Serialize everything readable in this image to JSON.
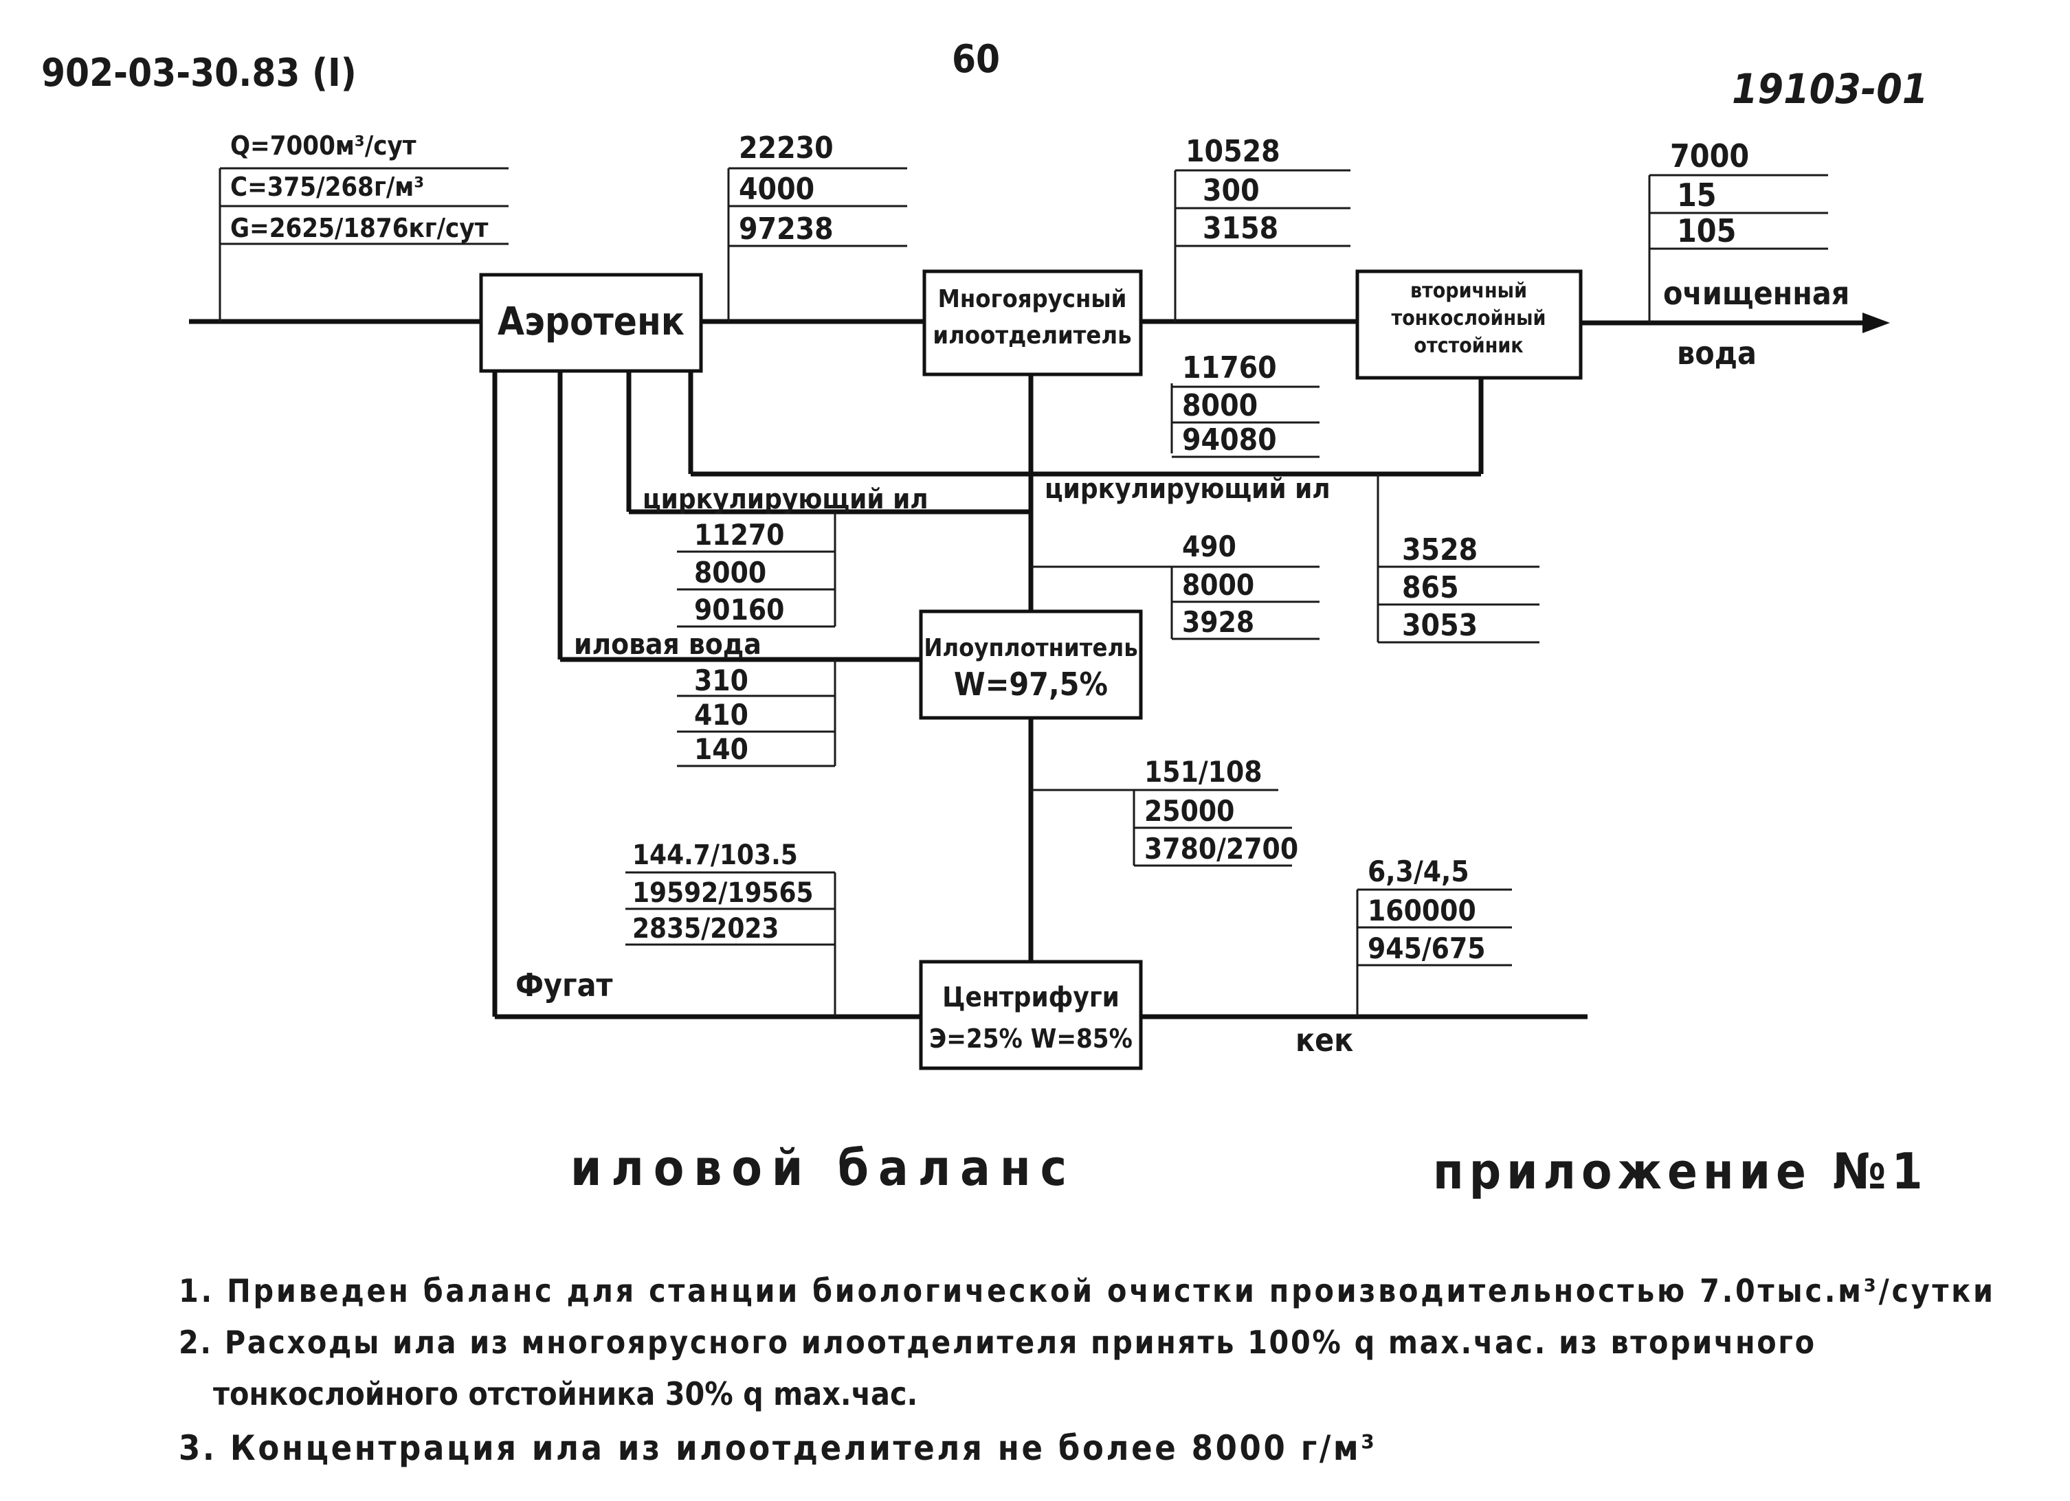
{
  "header": {
    "doc_code": "902-03-30.83 (I)",
    "page_number": "60",
    "sheet_number": "19103-01"
  },
  "inlet": {
    "q": "Q=7000м³/сут",
    "c": "C=375/268г/м³",
    "g": "G=2625/1876кг/сут"
  },
  "units": {
    "aerotank": "Аэротенк",
    "multitier_1": "Многоярусный",
    "multitier_2": "илоотделитель",
    "secondary_1": "вторичный",
    "secondary_2": "тонкослойный",
    "secondary_3": "отстойник",
    "thickener_1": "Илоуплотнитель",
    "thickener_2": "W=97,5%",
    "centrifuge_1": "Центрифуги",
    "centrifuge_2": "Э=25% W=85%"
  },
  "flows": {
    "aerotank_out": [
      "22230",
      "4000",
      "97238"
    ],
    "multitier_out": [
      "10528",
      "300",
      "3158"
    ],
    "outlet": [
      "7000",
      "15",
      "105"
    ],
    "multitier_sludge": [
      "11760",
      "8000",
      "94080"
    ],
    "recirc_left": [
      "11270",
      "8000",
      "90160"
    ],
    "to_thickener": [
      "490",
      "8000",
      "3928"
    ],
    "secondary_sludge": [
      "3528",
      "865",
      "3053"
    ],
    "sludge_water": [
      "310",
      "410",
      "140"
    ],
    "thickener_out": [
      "151/108",
      "25000",
      "3780/2700"
    ],
    "fugate": [
      "144.7/103.5",
      "19592/19565",
      "2835/2023"
    ],
    "cake": [
      "6,3/4,5",
      "160000",
      "945/675"
    ]
  },
  "labels": {
    "purified_1": "очищенная",
    "purified_2": "вода",
    "recirc_left": "циркулирующий ил",
    "recirc_right": "циркулирующий ил",
    "sludge_water": "иловая вода",
    "fugate": "Фугат",
    "cake": "кек"
  },
  "title": "иловой баланс",
  "appendix": "приложение №1",
  "notes": {
    "n1": "1. Приведен баланс для станции биологической очистки производительностью 7.0тыс.м³/сутки",
    "n2a": "2. Расходы ила из многоярусного илоотделителя принять 100% q max.час. из вторичного",
    "n2b": "тонкослойного отстойника 30% q max.час.",
    "n3": "3. Концентрация ила из илоотделителя не более 8000 г/м³"
  }
}
